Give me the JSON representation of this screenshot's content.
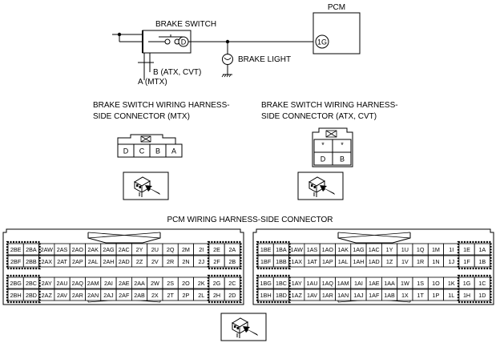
{
  "circuit": {
    "pcm_label": "PCM",
    "brake_switch_label": "BRAKE SWITCH",
    "brake_light_label": "BRAKE LIGHT",
    "terminal_1g": "1G",
    "terminal_d": "D",
    "terminal_b_note": "B (ATX, CVT)",
    "terminal_a_note": "A (MTX)"
  },
  "connector_mtx": {
    "title_line1": "BRAKE SWITCH WIRING HARNESS-",
    "title_line2": "SIDE CONNECTOR (MTX)",
    "pins": [
      "D",
      "C",
      "B",
      "A"
    ]
  },
  "connector_atx": {
    "title_line1": "BRAKE SWITCH WIRING HARNESS-",
    "title_line2": "SIDE CONNECTOR (ATX, CVT)",
    "top_pins": [
      "*",
      "*"
    ],
    "pins": [
      "D",
      "B"
    ]
  },
  "pcm_connector": {
    "title": "PCM WIRING HARNESS-SIDE CONNECTOR",
    "left_block": [
      [
        "2BE",
        "2BA",
        "2AW",
        "2AS",
        "2AO",
        "2AK",
        "2AG",
        "2AC",
        "2Y",
        "2U",
        "2Q",
        "2M",
        "2I",
        "2E",
        "2A"
      ],
      [
        "2BF",
        "2BB",
        "2AX",
        "2AT",
        "2AP",
        "2AL",
        "2AH",
        "2AD",
        "2Z",
        "2V",
        "2R",
        "2N",
        "2J",
        "2F",
        "2B"
      ],
      [
        "2BG",
        "2BC",
        "2AY",
        "2AU",
        "2AQ",
        "2AM",
        "2AI",
        "2AE",
        "2AA",
        "2W",
        "2S",
        "2O",
        "2K",
        "2G",
        "2C"
      ],
      [
        "2BH",
        "2BD",
        "2AZ",
        "2AV",
        "2AR",
        "2AN",
        "2AJ",
        "2AF",
        "2AB",
        "2X",
        "2T",
        "2P",
        "2L",
        "2H",
        "2D"
      ]
    ],
    "right_block": [
      [
        "1BE",
        "1BA",
        "1AW",
        "1AS",
        "1AO",
        "1AK",
        "1AG",
        "1AC",
        "1Y",
        "1U",
        "1Q",
        "1M",
        "1I",
        "1E",
        "1A"
      ],
      [
        "1BF",
        "1BB",
        "1AX",
        "1AT",
        "1AP",
        "1AL",
        "1AH",
        "1AD",
        "1Z",
        "1V",
        "1R",
        "1N",
        "1J",
        "1F",
        "1B"
      ],
      [
        "1BG",
        "1BC",
        "1AY",
        "1AU",
        "1AQ",
        "1AM",
        "1AI",
        "1AE",
        "1AA",
        "1W",
        "1S",
        "1O",
        "1K",
        "1G",
        "1C"
      ],
      [
        "1BH",
        "1BD",
        "1AZ",
        "1AV",
        "1AR",
        "1AN",
        "1AJ",
        "1AF",
        "1AB",
        "1X",
        "1T",
        "1P",
        "1L",
        "1H",
        "1D"
      ]
    ]
  },
  "icons": {
    "connector_view": "connector-view-icon"
  }
}
